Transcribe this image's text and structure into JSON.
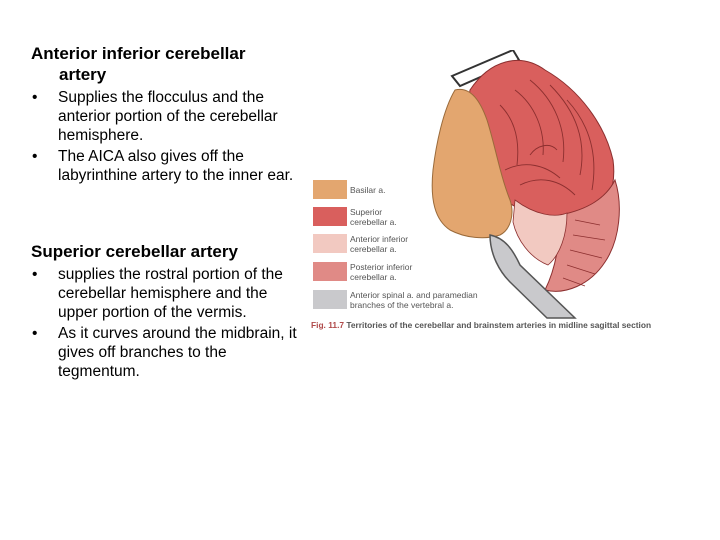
{
  "section1": {
    "heading_line1": "Anterior inferior cerebellar",
    "heading_line2": "artery",
    "bullets": [
      "Supplies the flocculus and the anterior portion of the cerebellar hemisphere.",
      "The AICA also gives off the labyrinthine artery to the inner ear."
    ]
  },
  "section2": {
    "heading": "Superior cerebellar artery",
    "bullets": [
      "supplies the rostral portion of the cerebellar hemisphere and the upper portion of the vermis.",
      "As it curves around the midbrain, it gives off branches to the tegmentum."
    ]
  },
  "figure": {
    "legend": [
      {
        "label": "Basilar a.",
        "color": "#e3a66f"
      },
      {
        "label": "Superior cerebellar a.",
        "color": "#d95f5d"
      },
      {
        "label": "Anterior inferior cerebellar a.",
        "color": "#f2c9c1"
      },
      {
        "label": "Posterior inferior cerebellar a.",
        "color": "#e08a86"
      },
      {
        "label": "Anterior spinal a. and paramedian branches of the vertebral a.",
        "color": "#c9c9cc"
      }
    ],
    "caption_fig": "Fig. 11.7",
    "caption_text": "Territories of the cerebellar and brainstem arteries in midline sagittal section"
  }
}
